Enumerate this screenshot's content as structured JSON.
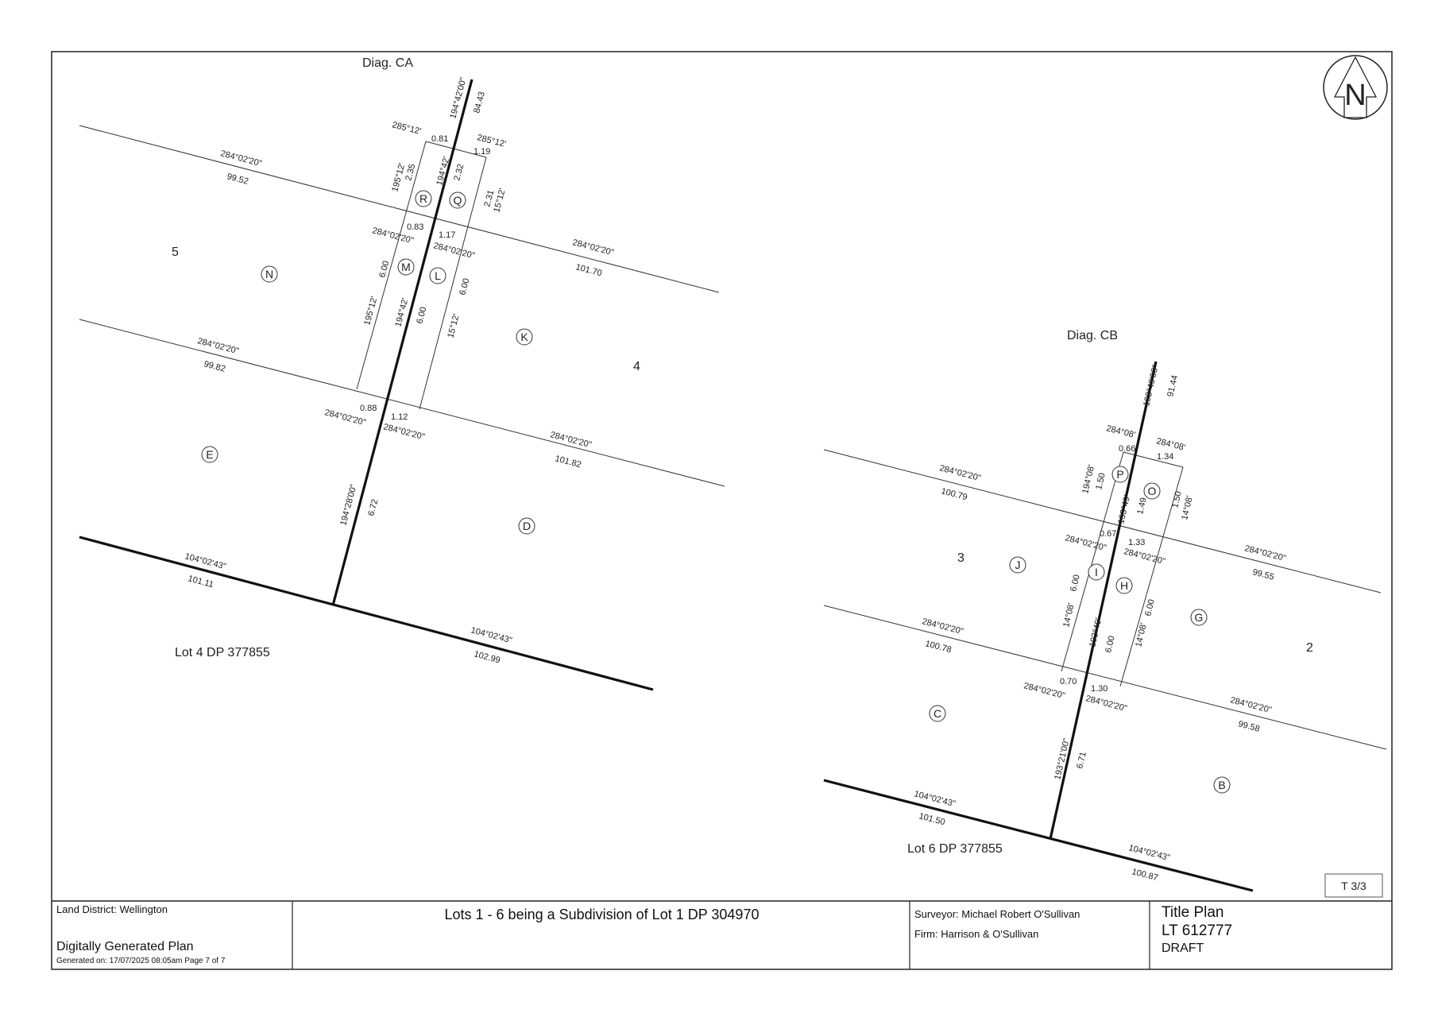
{
  "title_block": {
    "land_district": "Land District: Wellington",
    "plan_type": "Digitally Generated Plan",
    "generated": "Generated on: 17/07/2025 08:05am Page 7 of 7",
    "description": "Lots 1 - 6 being a Subdivision of Lot 1 DP 304970",
    "surveyor": "Surveyor: Michael Robert O'Sullivan",
    "firm": "Firm: Harrison & O'Sullivan",
    "plan_title": "Title Plan",
    "plan_number": "LT 612777",
    "status": "DRAFT"
  },
  "sheet_ref": "T 3/3",
  "north_label": "N",
  "diagrams": {
    "ca": {
      "title": "Diag. CA",
      "lots": [
        "5",
        "4"
      ],
      "adjoining": "Lot 4 DP 377855",
      "circles": [
        "R",
        "Q",
        "M",
        "L",
        "N",
        "K",
        "E",
        "D"
      ],
      "labels": {
        "top_brg": "194°42'00\"",
        "top_dist": "84.43",
        "a1": "285°12'",
        "a2": "0.81",
        "a3": "285°12'",
        "a4": "1.19",
        "a5": "195°12'",
        "a6": "2.35",
        "a7": "194°42'",
        "a8": "2.32",
        "a9": "2.31",
        "a10": "15°12'",
        "l1_brg": "284°02'20\"",
        "l1_dist": "99.52",
        "b1": "0.83",
        "b2": "1.17",
        "b3": "284°02'20\"",
        "b4": "284°02'20\"",
        "r1_brg": "284°02'20\"",
        "r1_dist": "101.70",
        "c1": "6.00",
        "c2": "195°12'",
        "c3": "194°42'",
        "c4": "6.00",
        "c5": "6.00",
        "c6": "15°12'",
        "l2_brg": "284°02'20\"",
        "l2_dist": "99.82",
        "d1": "0.88",
        "d2": "1.12",
        "d3": "284°02'20\"",
        "d4": "284°02'20\"",
        "r2_brg": "284°02'20\"",
        "r2_dist": "101.82",
        "s_brg": "194°28'00\"",
        "s_dist": "6.72",
        "bl_brg": "104°02'43\"",
        "bl_dist": "101.11",
        "br_brg": "104°02'43\"",
        "br_dist": "102.99"
      }
    },
    "cb": {
      "title": "Diag. CB",
      "lots": [
        "3",
        "2"
      ],
      "adjoining": "Lot 6 DP 377855",
      "circles": [
        "P",
        "O",
        "I",
        "H",
        "J",
        "G",
        "C",
        "B"
      ],
      "labels": {
        "top_brg": "193°49'00\"",
        "top_dist": "91.44",
        "a1": "284°08'",
        "a2": "0.66",
        "a3": "284°08'",
        "a4": "1.34",
        "a5": "194°08'",
        "a6": "1.50",
        "a7": "193°49'",
        "a8": "1.49",
        "a9": "1.50",
        "a10": "14°08'",
        "l1_brg": "284°02'20\"",
        "l1_dist": "100.79",
        "b1": "0.67",
        "b2": "1.33",
        "b3": "284°02'20\"",
        "b4": "284°02'20\"",
        "r1_brg": "284°02'20\"",
        "r1_dist": "99.55",
        "c1": "6.00",
        "c2": "14°08'",
        "c3": "193°49'",
        "c4": "6.00",
        "c5": "6.00",
        "c6": "14°08'",
        "l2_brg": "284°02'20\"",
        "l2_dist": "100.78",
        "d1": "0.70",
        "d2": "1.30",
        "d3": "284°02'20\"",
        "d4": "284°02'20\"",
        "r2_brg": "284°02'20\"",
        "r2_dist": "99.58",
        "s_brg": "193°21'00\"",
        "s_dist": "6.71",
        "bl_brg": "104°02'43\"",
        "bl_dist": "101.50",
        "br_brg": "104°02'43\"",
        "br_dist": "100.87"
      }
    }
  }
}
